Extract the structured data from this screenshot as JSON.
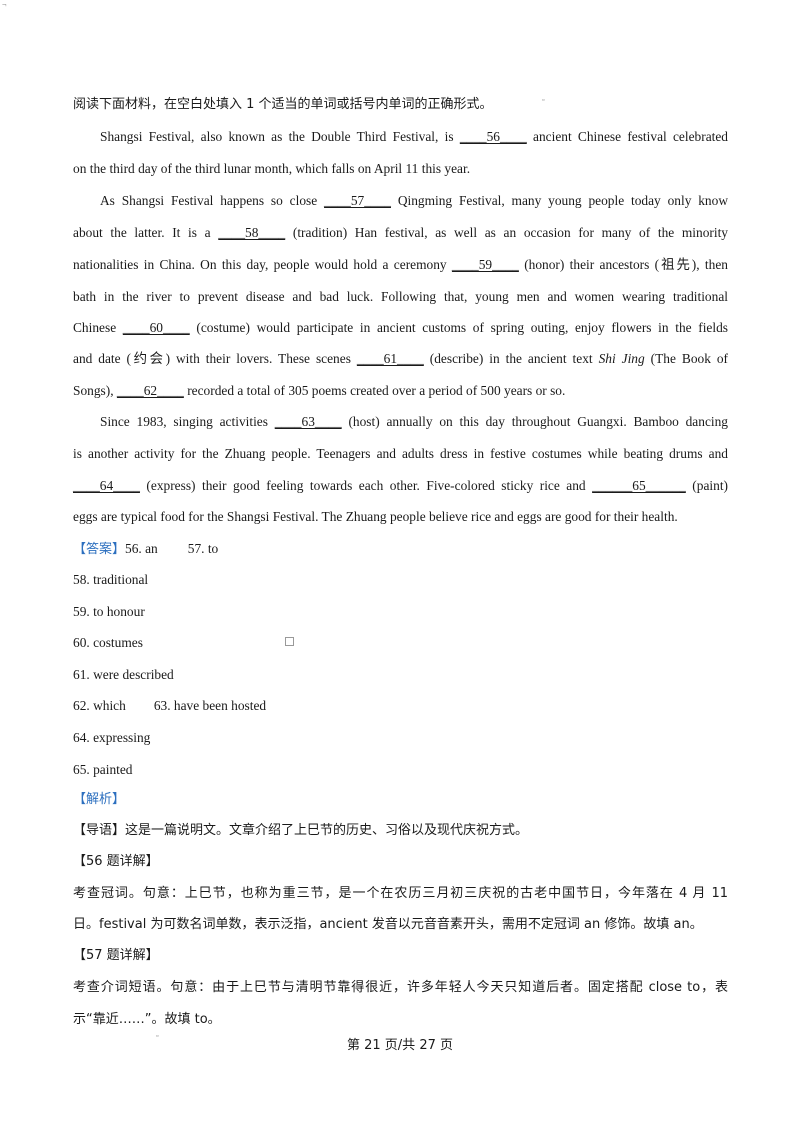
{
  "instruction": "阅读下面材料，在空白处填入 1 个适当的单词或括号内单词的正确形式。",
  "passage": {
    "p1": [
      {
        "pre": "Shangsi Festival, also known as the Double Third Festival, is ",
        "blank": "____56____",
        "post": " ancient Chinese festival celebrated"
      },
      {
        "pre": "on the third day of the third lunar month, which falls on April 11 this year."
      }
    ],
    "p2": [
      {
        "pre": "As Shangsi Festival happens so close ",
        "blank": "____57____",
        "post": " Qingming Festival, many young people today only know"
      },
      {
        "pre": "about the latter. It is a ",
        "blank": "____58____",
        "post": " (tradition) Han festival, as well as an occasion for many of the minority"
      },
      {
        "pre": "nationalities in China. On this day, people would hold a ceremony ",
        "blank": "____59____",
        "post": " (honor) their ancestors (祖先), then"
      },
      {
        "pre": "bath in the river to prevent disease and bad luck. Following that, young men and women wearing traditional"
      },
      {
        "pre": "Chinese ",
        "blank": "____60____",
        "post": " (costume) would participate in ancient customs of spring outing, enjoy flowers in the fields"
      },
      {
        "pre": "and date (约会) with their lovers. These scenes ",
        "blank": "____61____",
        "post": " (describe) in the ancient text ",
        "italic": "Shi Jing",
        "post2": " (The Book of"
      },
      {
        "pre": "Songs), ",
        "blank": "____62____",
        "post": " recorded a total of 305 poems created over a period of 500 years or so."
      }
    ],
    "p3": [
      {
        "pre": "Since 1983, singing activities ",
        "blank": "____63____",
        "post": " (host) annually on this day throughout Guangxi. Bamboo dancing"
      },
      {
        "pre": "is another activity for the Zhuang people. Teenagers and adults dress in festive costumes while beating drums and"
      },
      {
        "pre": "",
        "blank": "____64____",
        "post": " (express) their good feeling towards each other. Five-colored sticky rice and ",
        "blank2": "______65______",
        "post2": " (paint)"
      },
      {
        "pre": "eggs are typical food for the Shangsi Festival. The Zhuang people believe rice and eggs are good for their health."
      }
    ]
  },
  "answers": {
    "tag": "【答案】",
    "a56": "56. an",
    "a57": "57. to",
    "a58": "58. traditional",
    "a59": "59. to honour",
    "a60": "60. costumes",
    "a61": "61. were described",
    "a62": "62. which",
    "a63": "63. have been hosted",
    "a64": "64. expressing",
    "a65": "65. painted"
  },
  "analysis": {
    "tag": "【解析】",
    "guide": "【导语】这是一篇说明文。文章介绍了上巳节的历史、习俗以及现代庆祝方式。",
    "q56_title": "【56 题详解】",
    "q56_line1": "考查冠词。句意：上巳节，也称为重三节，是一个在农历三月初三庆祝的古老中国节日，今年落在 4 月 11",
    "q56_line2": "日。festival 为可数名词单数，表示泛指，ancient 发音以元音音素开头，需用不定冠词 an 修饰。故填 an。",
    "q57_title": "【57 题详解】",
    "q57_line1": "考查介词短语。句意：由于上巳节与清明节靠得很近，许多年轻人今天只知道后者。固定搭配 close to，表",
    "q57_line2": "示“靠近……”。故填 to。"
  },
  "footer": "第 21 页/共 27 页",
  "colors": {
    "accent": "#2c6fbf",
    "text": "#1a1a1a"
  }
}
